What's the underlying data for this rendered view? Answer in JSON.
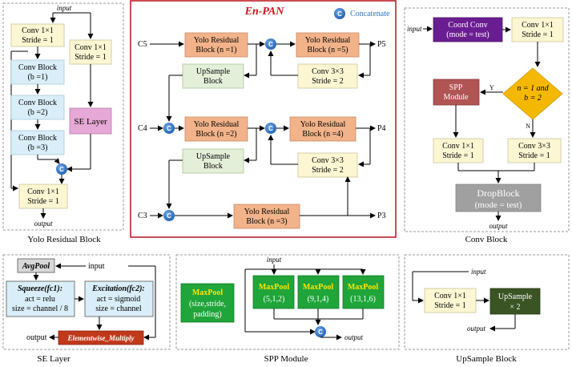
{
  "captions": {
    "yolo": "Yolo Residual Block",
    "convblock": "Conv Block",
    "se": "SE Layer",
    "spp": "SPP Module",
    "upsample": "UpSample Block"
  },
  "concat_symbol": "C",
  "legend": {
    "label": "Concatenate"
  },
  "yolo": {
    "input": "input",
    "output": "output",
    "conv1": [
      "Conv 1×1",
      "Stride = 1"
    ],
    "conv_right": [
      "Conv 1×1",
      "Stride = 1"
    ],
    "cb1": [
      "Conv Block",
      "(b =1)"
    ],
    "cb2": [
      "Conv Block",
      "(b =2)"
    ],
    "cb3": [
      "Conv Block",
      "(b =3)"
    ],
    "se": "SE Layer",
    "conv_out": [
      "Conv 1×1",
      "Stride = 1"
    ]
  },
  "enpan": {
    "title": "En-PAN",
    "c5": "C5",
    "c4": "C4",
    "c3": "C3",
    "p5": "P5",
    "p4": "P4",
    "p3": "P3",
    "yrb1": [
      "Yolo Residual",
      "Block (n =1)"
    ],
    "yrb5": [
      "Yolo Residual",
      "Block (n =5)"
    ],
    "ups1": [
      "UpSample",
      "Block"
    ],
    "conv33a": [
      "Conv 3×3",
      "Stride = 2"
    ],
    "yrb2": [
      "Yolo Residual",
      "Block (n =2)"
    ],
    "yrb4": [
      "Yolo Residual",
      "Block (n =4)"
    ],
    "ups2": [
      "UpSample",
      "Block"
    ],
    "conv33b": [
      "Conv 3×3",
      "Stride = 2"
    ],
    "yrb3": [
      "Yolo Residual",
      "Block (n =3)"
    ]
  },
  "convblock": {
    "input": "input",
    "coord": [
      "Coord Conv",
      "(mode = test)"
    ],
    "conv11": [
      "Conv 1×1",
      "Stride = 1"
    ],
    "cond": [
      "n = 1 and",
      "b = 2"
    ],
    "y": "Y",
    "n": "N",
    "spp": [
      "SPP",
      "Module"
    ],
    "conv11b": [
      "Conv 1×1",
      "Stride = 1"
    ],
    "conv33": [
      "Conv 3×3",
      "Stride = 1"
    ],
    "dropblock": [
      "DropBlock",
      "(mode = test)"
    ],
    "output": "output"
  },
  "se": {
    "avgpool": "AvgPool",
    "input": "input",
    "squeeze_title": "Squeeze(fc1):",
    "squeeze_l1": "act = relu",
    "squeeze_l2": "size = channel / 8",
    "exc_title": "Excitation(fc2):",
    "exc_l1": "act = sigmoid",
    "exc_l2": "size = channel",
    "mult": "Elementwise_Multiply",
    "output": "output"
  },
  "spp": {
    "input": "input",
    "legend": [
      "MaxPool",
      "(size,stride,",
      "padding)"
    ],
    "mp1": [
      "MaxPool",
      "(5,1,2)"
    ],
    "mp2": [
      "MaxPool",
      "(9,1,4)"
    ],
    "mp3": [
      "MaxPool",
      "(13,1,6)"
    ],
    "output": "output"
  },
  "upsample": {
    "input": "input",
    "conv": [
      "Conv 1×1",
      "Stride = 1"
    ],
    "up": [
      "UpSample",
      "× 2"
    ],
    "output": "output"
  },
  "colors": {
    "light_yellow": "#fdf6d3",
    "light_blue": "#d9eef8",
    "pink": "#e6a8d6",
    "orange": "#f2b38a",
    "light_green": "#e4efd9",
    "purple": "#6a1d91",
    "diamond": "#f5b800",
    "brown_red": "#b05454",
    "gray": "#a0a0a0",
    "red_mult": "#c0391b",
    "green": "#1fa53a",
    "dark_green": "#3b5424",
    "concat_blue": "#2c73c7",
    "enpan_border": "#c0202a",
    "enpan_title": "#d4121e"
  }
}
